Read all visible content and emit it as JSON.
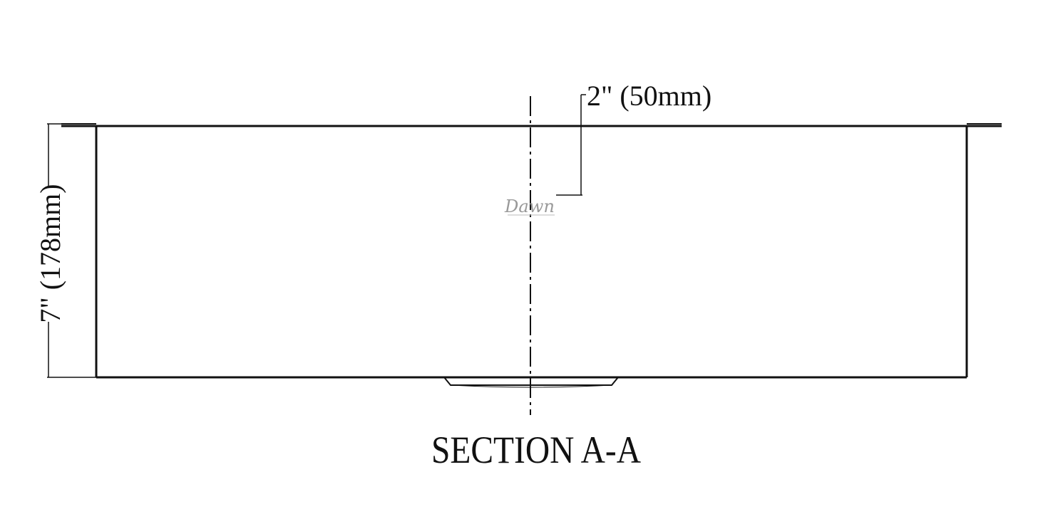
{
  "drawing": {
    "title": "SECTION A-A",
    "dim_depth": "7\" (178mm)",
    "dim_drain_offset": "2\" (50mm)",
    "logo": "Dawn",
    "line_color": "#111111",
    "logo_color": "#999999"
  }
}
